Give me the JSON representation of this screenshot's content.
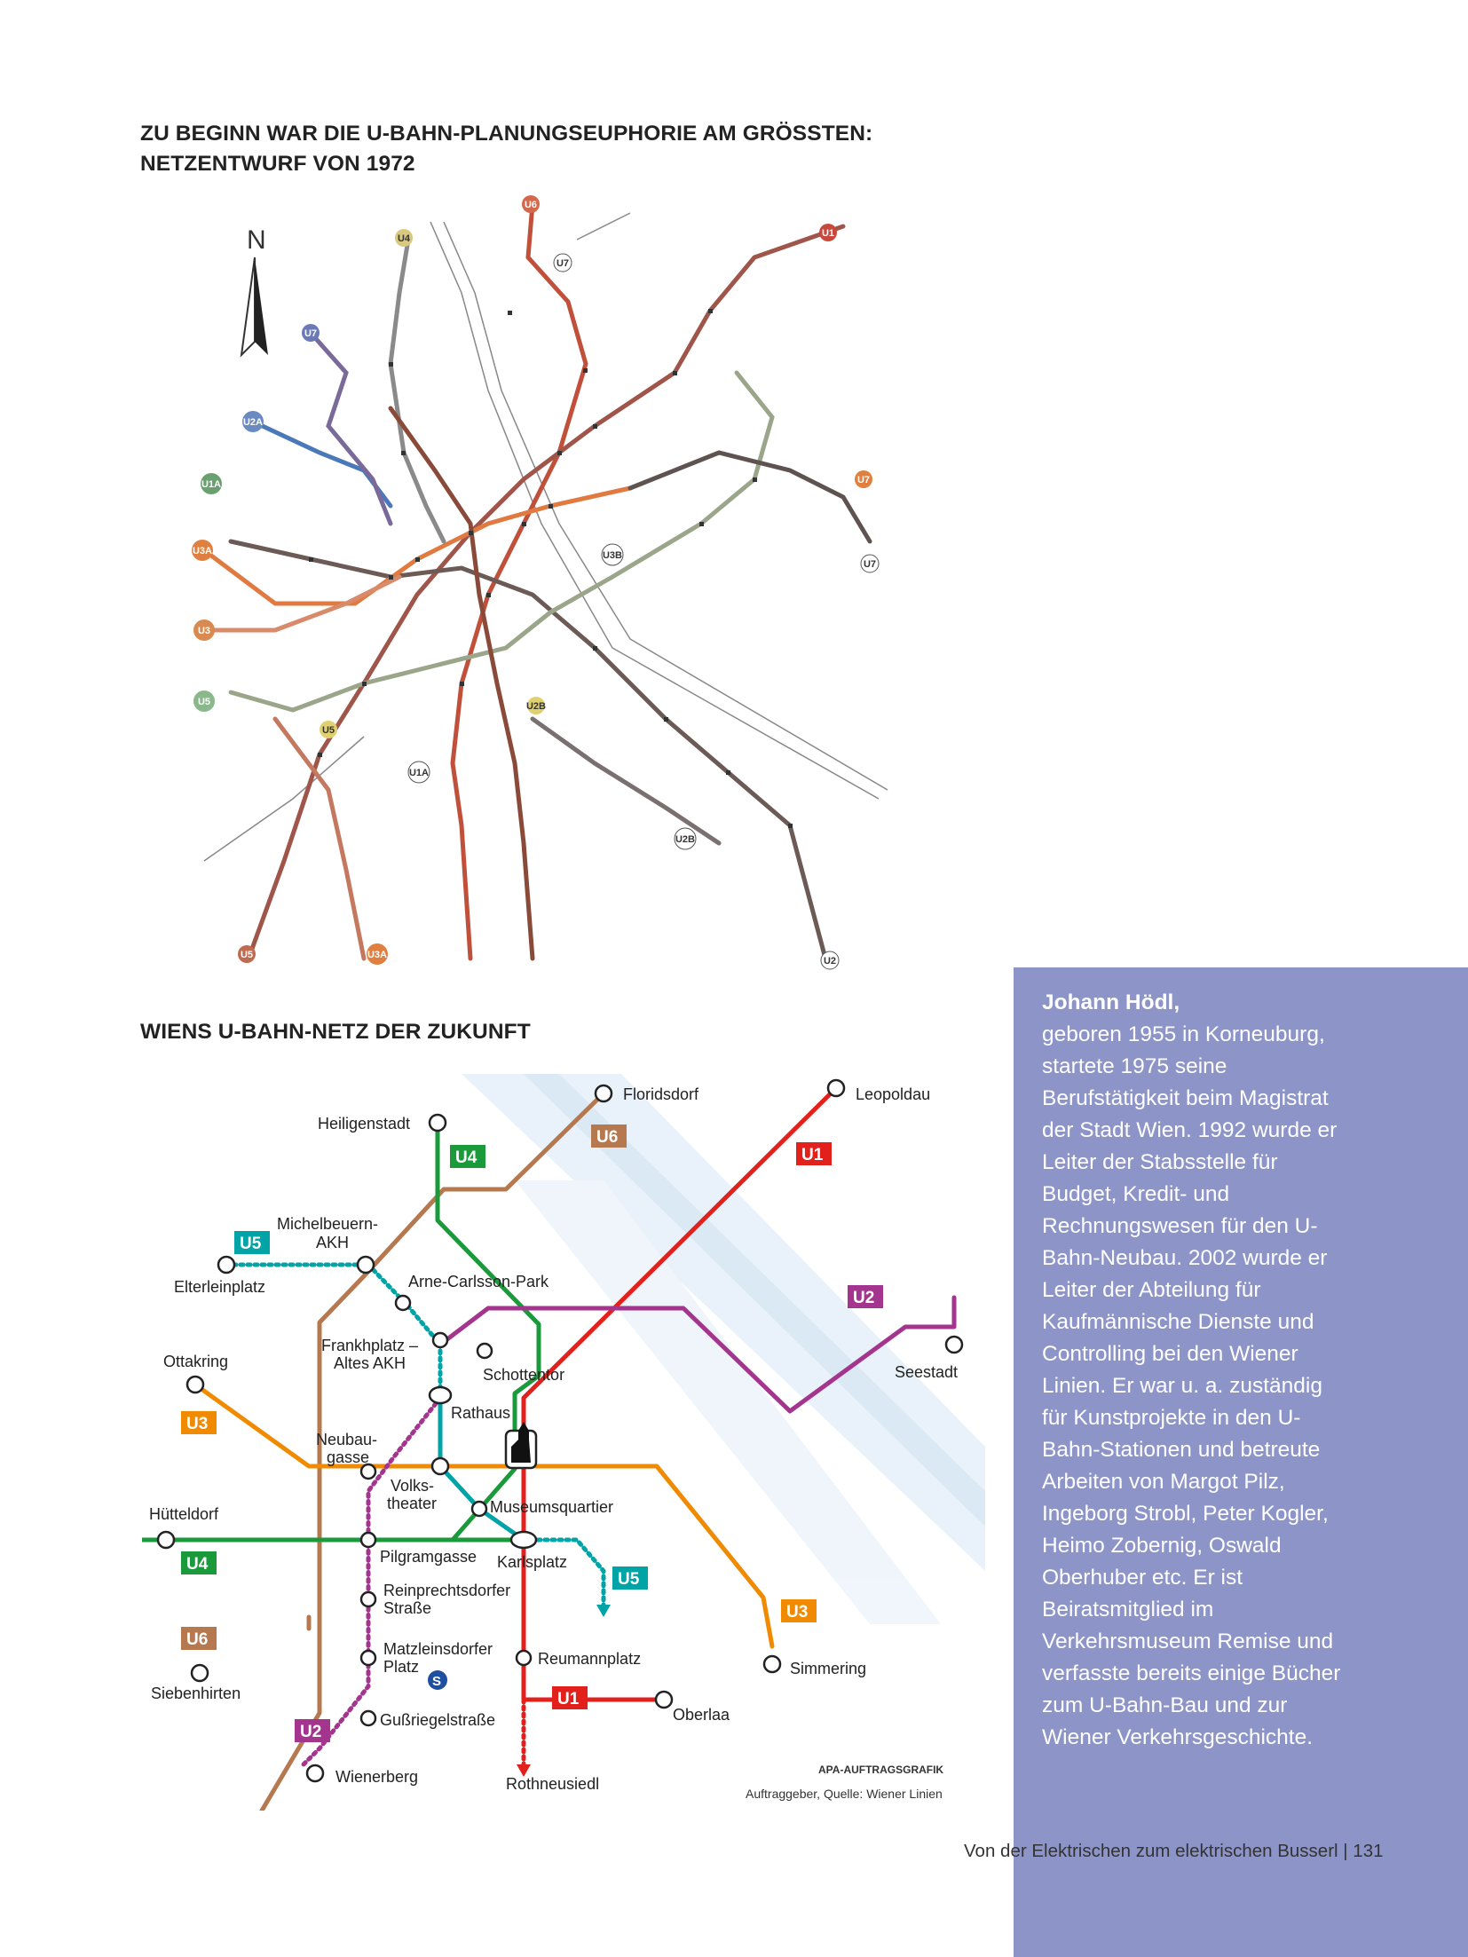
{
  "headings": {
    "top": "ZU BEGINN WAR DIE U-BAHN-PLANUNGSEUPHORIE AM GRÖSSTEN: NETZENTWURF VON 1972",
    "bottom": "WIENS U-BAHN-NETZ DER ZUKUNFT"
  },
  "map1972": {
    "north_label": "N",
    "line_tags": [
      "U6",
      "U1",
      "U7",
      "U7",
      "U2A",
      "U1A",
      "U3A",
      "U7",
      "U3",
      "U4",
      "U5",
      "U5",
      "U3B",
      "U2B",
      "U1A",
      "U2B",
      "U7",
      "U3A",
      "U5",
      "U2"
    ]
  },
  "map_future": {
    "stations": {
      "floridsdorf": "Floridsdorf",
      "leopoldau": "Leopoldau",
      "heiligenstadt": "Heiligenstadt",
      "michelbeuern": "Michelbeuern-\nAKH",
      "elterleinplatz": "Elterleinplatz",
      "arne_carlsson_park": "Arne-Carlsson-Park",
      "frankhplatz": "Frankhplatz –\nAltes AKH",
      "ottakring": "Ottakring",
      "schottentor": "Schottentor",
      "seestadt": "Seestadt",
      "rathaus": "Rathaus",
      "neubaugasse": "Neubau-\ngasse",
      "volkstheater": "Volks-\ntheater",
      "museumsquartier": "Museumsquartier",
      "huetteldorf": "Hütteldorf",
      "pilgramgasse": "Pilgramgasse",
      "karlsplatz": "Karlsplatz",
      "reinprechtsdorfer": "Reinprechtsdorfer\nStraße",
      "matzleinsdorfer": "Matzleinsdorfer\nPlatz",
      "reumannplatz": "Reumannplatz",
      "simmering": "Simmering",
      "siebenhirten": "Siebenhirten",
      "gussriegelstrasse": "Gußriegelstraße",
      "oberlaa": "Oberlaa",
      "wienerberg": "Wienerberg",
      "rothneusiedl": "Rothneusiedl"
    },
    "lines": {
      "u1": "U1",
      "u2": "U2",
      "u3": "U3",
      "u4": "U4",
      "u5": "U5",
      "u6": "U6"
    },
    "credit": "APA-AUFTRAGSGRAFIK",
    "source": "Auftraggeber, Quelle: Wiener Linien",
    "colors": {
      "u1": "#e3211c",
      "u2": "#a4358f",
      "u3": "#f08a00",
      "u4": "#1a9a3a",
      "u5": "#00a3a6",
      "u6": "#b5784f"
    }
  },
  "bio": {
    "name": "Johann Hödl,",
    "text": "geboren 1955 in Korneuburg, startete 1975 seine Berufstätigkeit beim Magistrat der Stadt Wien. 1992 wurde er Leiter der Stabsstelle für Budget, Kredit- und Rechnungswesen für den U-Bahn-Neubau. 2002 wurde er Leiter der Abteilung für Kaufmännische Dienste und Controlling bei den Wiener Linien. Er war u. a. zuständig für Kunstprojekte in den U-Bahn-Stationen und betreute Arbeiten von Margot Pilz, Ingeborg Strobl, Peter Kogler, Heimo Zobernig, Oswald Oberhuber etc. Er ist Beiratsmitglied im Verkehrsmuseum Remise und verfasste bereits einige Bücher zum U-Bahn-Bau und zur Wiener Verkehrsgeschichte."
  },
  "footer": {
    "text": "Von der Elektrischen zum elektrischen Busserl | 131"
  }
}
